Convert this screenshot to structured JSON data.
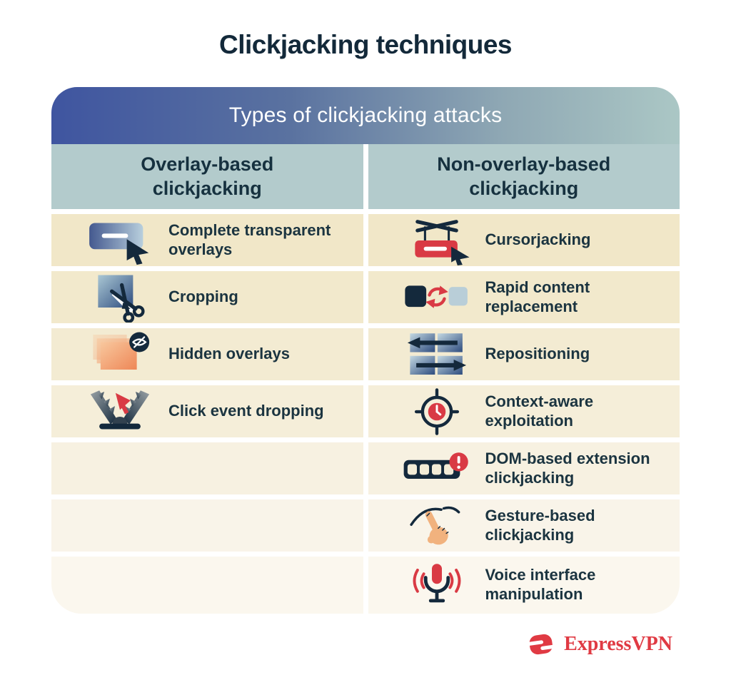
{
  "page_title": "Clickjacking techniques",
  "table": {
    "header": "Types of clickjacking attacks",
    "columns": [
      {
        "label": "Overlay-based clickjacking"
      },
      {
        "label": "Non-overlay-based clickjacking"
      }
    ],
    "left_rows": [
      {
        "label": "Complete transparent overlays",
        "icon": "transparent-overlay-icon"
      },
      {
        "label": "Cropping",
        "icon": "cropping-scissors-icon"
      },
      {
        "label": "Hidden overlays",
        "icon": "hidden-overlays-icon"
      },
      {
        "label": "Click event dropping",
        "icon": "click-trap-icon"
      }
    ],
    "right_rows": [
      {
        "label": "Cursorjacking",
        "icon": "marionette-banner-cursor-icon"
      },
      {
        "label": "Rapid content replacement",
        "icon": "content-swap-refresh-icon"
      },
      {
        "label": "Repositioning",
        "icon": "reposition-arrows-icon"
      },
      {
        "label": "Context-aware exploitation",
        "icon": "target-clock-icon"
      },
      {
        "label": "DOM-based extension clickjacking",
        "icon": "toolbar-alert-icon"
      },
      {
        "label": "Gesture-based clickjacking",
        "icon": "gesture-hand-icon"
      },
      {
        "label": "Voice interface manipulation",
        "icon": "voice-mic-icon"
      }
    ]
  },
  "footer": {
    "brand": "ExpressVPN"
  },
  "colors": {
    "title_text": "#13293a",
    "header_gradient_left": "#3f55a0",
    "header_gradient_right": "#abc7c5",
    "header_text": "#ffffff",
    "column_header_bg": "#b3cbcc",
    "column_header_text": "#16313f",
    "row_bg_top": "#f1e7c8",
    "row_bg_bottom": "#fbf7ee",
    "row_text": "#1b3440",
    "accent_red": "#d93a44",
    "icon_navy": "#14293c",
    "icon_blue_light": "#aac7d6",
    "icon_blue_dark": "#2e4c7e",
    "brand_red": "#e03a43"
  }
}
